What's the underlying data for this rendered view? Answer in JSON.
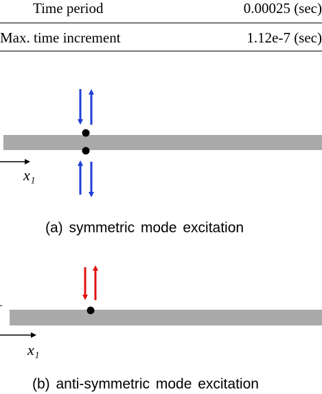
{
  "table": {
    "rows": [
      {
        "label": "Time  period",
        "value": "0.00025  (sec)"
      },
      {
        "label": "Max.  time  increment",
        "value": "1.12e-7  (sec)"
      }
    ]
  },
  "figures": [
    {
      "caption": "(a)  symmetric  mode  excitation",
      "axis_label": "x₁"
    },
    {
      "caption": "(b)  anti-symmetric  mode  excitation",
      "axis_label": "x₁"
    }
  ],
  "colors": {
    "plate": "#a9a9a9",
    "arrow_symmetric": "#1f3fd6",
    "arrow_antisymmetric": "#e01010",
    "point": "#000000"
  }
}
